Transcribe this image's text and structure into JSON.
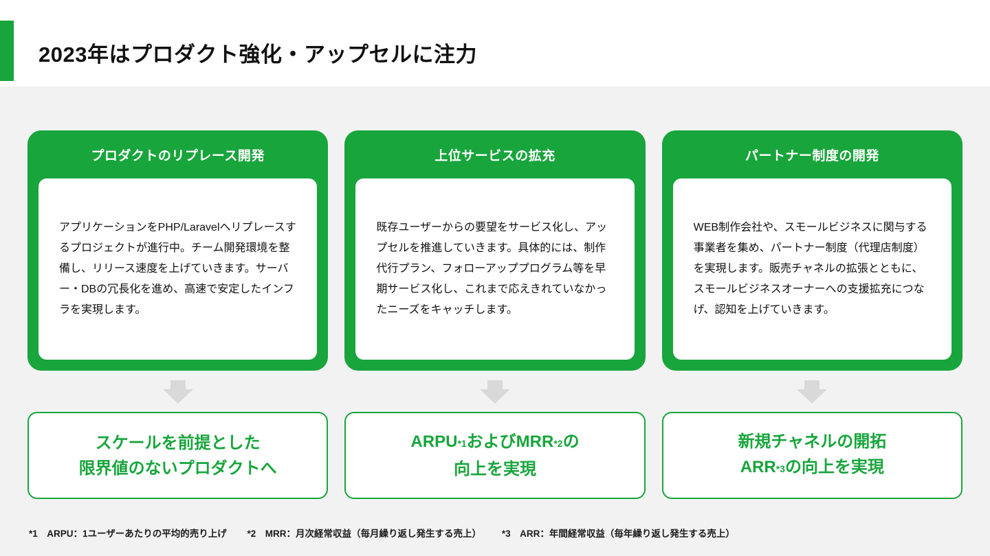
{
  "page": {
    "title": "2023年はプロダクト強化・アップセルに注力",
    "accent_color": "#18a53c",
    "background_color": "#f2f2f2",
    "arrow_color": "#d9d9d9"
  },
  "columns": [
    {
      "header": "プロダクトのリプレース開発",
      "body": "アプリケーションをPHP/Laravelへリプレースするプロジェクトが進行中。チーム開発環境を整備し、リリース速度を上げていきます。サーバー・DBの冗長化を進め、高速で安定したインフラを実現します。",
      "result": {
        "line1": "スケールを前提とした",
        "line2": "限界値のないプロダクトへ"
      }
    },
    {
      "header": "上位サービスの拡充",
      "body": "既存ユーザーからの要望をサービス化し、アップセルを推進していきます。具体的には、制作代行プラン、フォローアッププログラム等を早期サービス化し、これまで応えきれていなかったニーズをキャッチします。",
      "result": {
        "line1_pre": "ARPU",
        "sup1": "*1",
        "line1_mid": "およびMRR",
        "sup2": "*2",
        "line1_post": "の",
        "line2": "向上を実現"
      }
    },
    {
      "header": "パートナー制度の開発",
      "body": "WEB制作会社や、スモールビジネスに関与する事業者を集め、パートナー制度（代理店制度）を実現します。販売チャネルの拡張とともに、スモールビジネスオーナーへの支援拡充につなげ、認知を上げていきます。",
      "result": {
        "line1": "新規チャネルの開拓",
        "line2_pre": "ARR",
        "sup3": "*3",
        "line2_post": "の向上を実現"
      }
    }
  ],
  "footnotes": [
    "*1　ARPU：1ユーザーあたりの平均的売り上げ",
    "*2　MRR：月次経常収益（毎月繰り返し発生する売上）",
    "*3　ARR：年間経常収益（毎年繰り返し発生する売上）"
  ]
}
